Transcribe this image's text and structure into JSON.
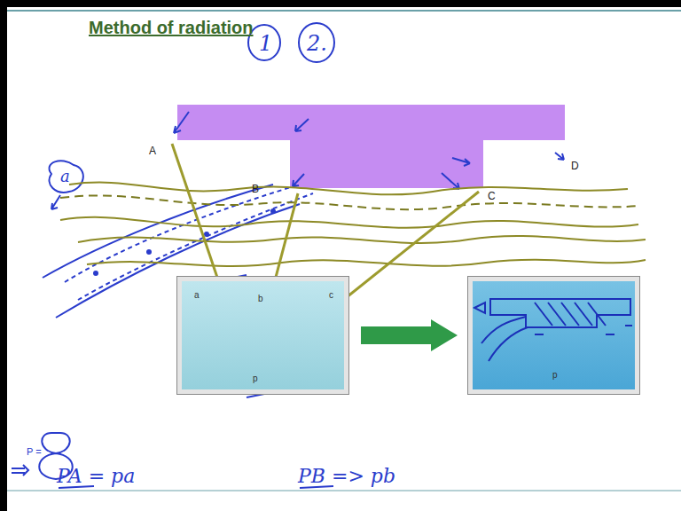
{
  "diagram": {
    "title": "Method of radiation",
    "nodes": [
      {
        "text": [
          "a",
          "b",
          "c",
          "p"
        ]
      },
      {
        "text": [
          "p"
        ]
      }
    ],
    "edges": [
      {
        "from": 0,
        "to": 1,
        "arrow": "to"
      }
    ],
    "labels": [
      "A",
      "B",
      "C",
      "D",
      "1",
      "2.",
      "a",
      "P =",
      "PA = pa",
      "PB => pb"
    ]
  }
}
